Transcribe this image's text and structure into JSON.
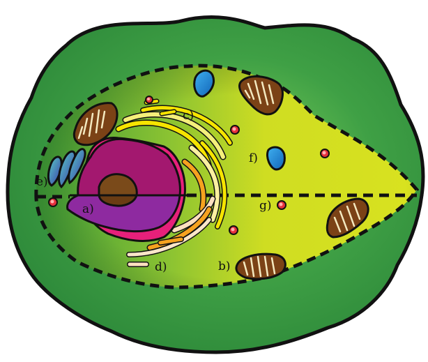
{
  "labels": {
    "a": "a)",
    "b": "b)",
    "c": "c)",
    "d": "d)",
    "e": "e)",
    "f": "f)",
    "g": "g)"
  },
  "colors": {
    "outer_dark": "#2e8a3a",
    "outer_mid": "#49b249",
    "inner_yellow": "#d9e21f",
    "inner_green": "#4aa63d",
    "nucleus": "#a3186f",
    "nucleus_lower": "#8e2aa0",
    "nucleus_rim": "#e6207a",
    "nucleolus": "#7a4a1a",
    "mitochondria": "#7b4216",
    "vacuole": "#1d86d6",
    "vesicle": "#e6313d",
    "golgi_yellow": "#f6e400",
    "golgi_orange": "#f6a21f",
    "outline": "#111111"
  }
}
